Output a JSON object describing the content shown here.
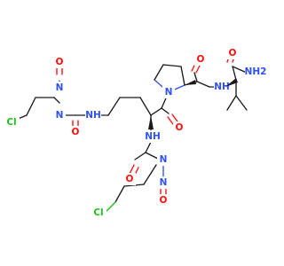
{
  "diagram": {
    "type": "chemical-structure",
    "atom_colors": {
      "C": "#1a1a1a",
      "N": "#3050f8",
      "O": "#ff0d0d",
      "Cl": "#1fbf1f"
    },
    "labels": {
      "cl_top": "Cl",
      "cl_bottom": "Cl",
      "o_nitroso_top": "O",
      "o_nitroso_bottom": "O",
      "o_urea_top": "O",
      "o_urea_bottom": "O",
      "o_lys_carbonyl": "O",
      "o_pro_carbonyl": "O",
      "o_amide": "O",
      "n_urea_top": "N",
      "n_urea_bottom": "N",
      "n_nitroso_top": "N",
      "n_nitroso_bottom": "N",
      "n_pro_ring": "N",
      "nh_lys_side": "NH",
      "nh_lys_alpha": "NH",
      "nh_val": "NH",
      "nh2": "NH2"
    }
  }
}
